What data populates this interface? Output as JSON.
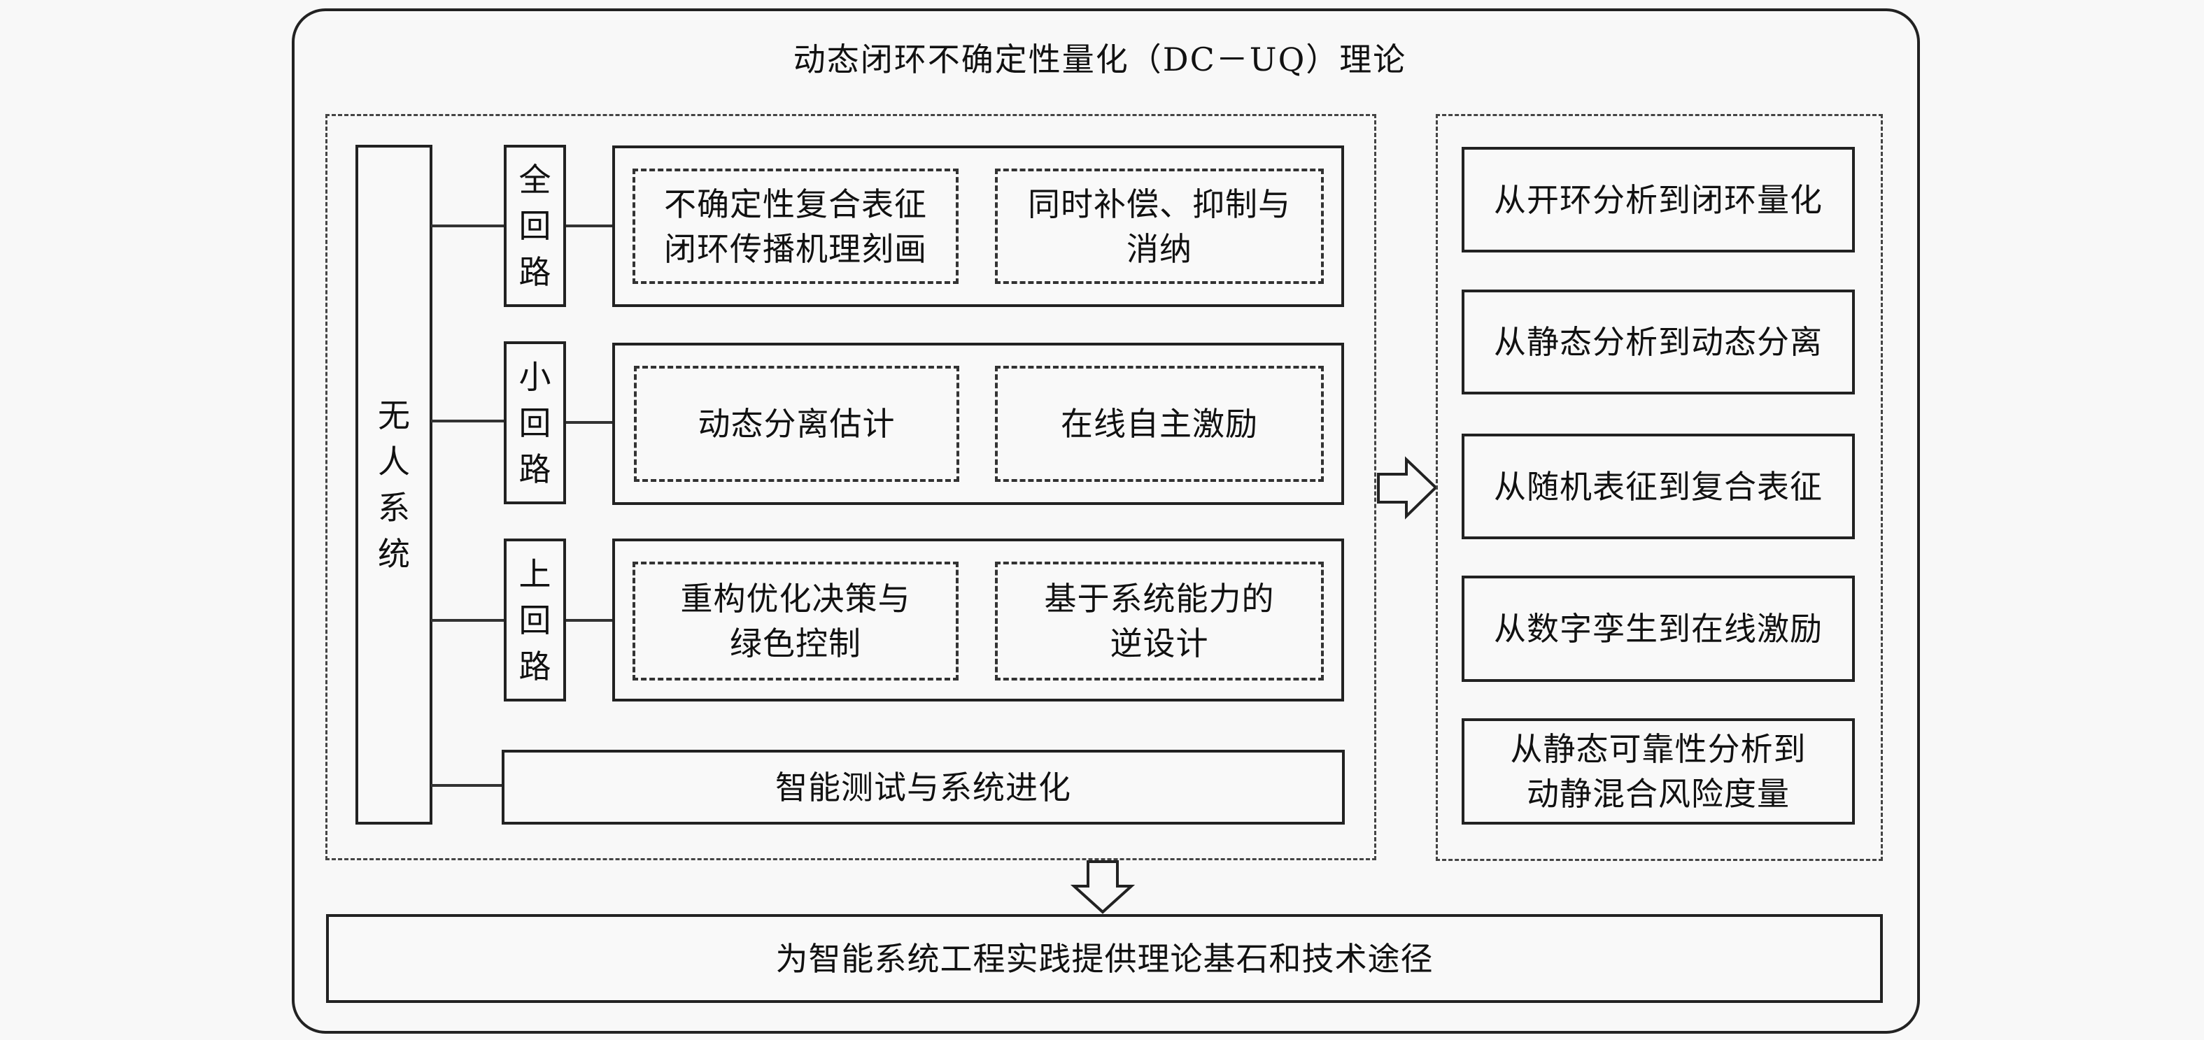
{
  "title": "动态闭环不确定性量化（DC－UQ）理论",
  "system": {
    "label": "无人系统"
  },
  "loops": [
    {
      "label": "全回路",
      "items": [
        {
          "text": "不确定性复合表征 闭环传播机理刻画",
          "lines": [
            "不确定性复合表征",
            "闭环传播机理刻画"
          ]
        },
        {
          "text": "同时补偿、抑制与消纳",
          "lines": [
            "同时补偿、抑制与",
            "消纳"
          ]
        }
      ]
    },
    {
      "label": "小回路",
      "items": [
        {
          "text": "动态分离估计",
          "lines": [
            "动态分离估计"
          ]
        },
        {
          "text": "在线自主激励",
          "lines": [
            "在线自主激励"
          ]
        }
      ]
    },
    {
      "label": "上回路",
      "items": [
        {
          "text": "重构优化决策与绿色控制",
          "lines": [
            "重构优化决策与",
            "绿色控制"
          ]
        },
        {
          "text": "基于系统能力的逆设计",
          "lines": [
            "基于系统能力的",
            "逆设计"
          ]
        }
      ]
    }
  ],
  "evolution": {
    "label": "智能测试与系统进化"
  },
  "transitions": [
    {
      "lines": [
        "从开环分析到闭环量化"
      ]
    },
    {
      "lines": [
        "从静态分析到动态分离"
      ]
    },
    {
      "lines": [
        "从随机表征到复合表征"
      ]
    },
    {
      "lines": [
        "从数字孪生到在线激励"
      ]
    },
    {
      "lines": [
        "从静态可靠性分析到",
        "动静混合风险度量"
      ]
    }
  ],
  "conclusion": {
    "label": "为智能系统工程实践提供理论基石和技术途径"
  },
  "arrows": {
    "right": "right-arrow",
    "down": "down-arrow"
  },
  "colors": {
    "background": "#f8f8f8",
    "stroke": "#222222",
    "text": "#111111"
  }
}
